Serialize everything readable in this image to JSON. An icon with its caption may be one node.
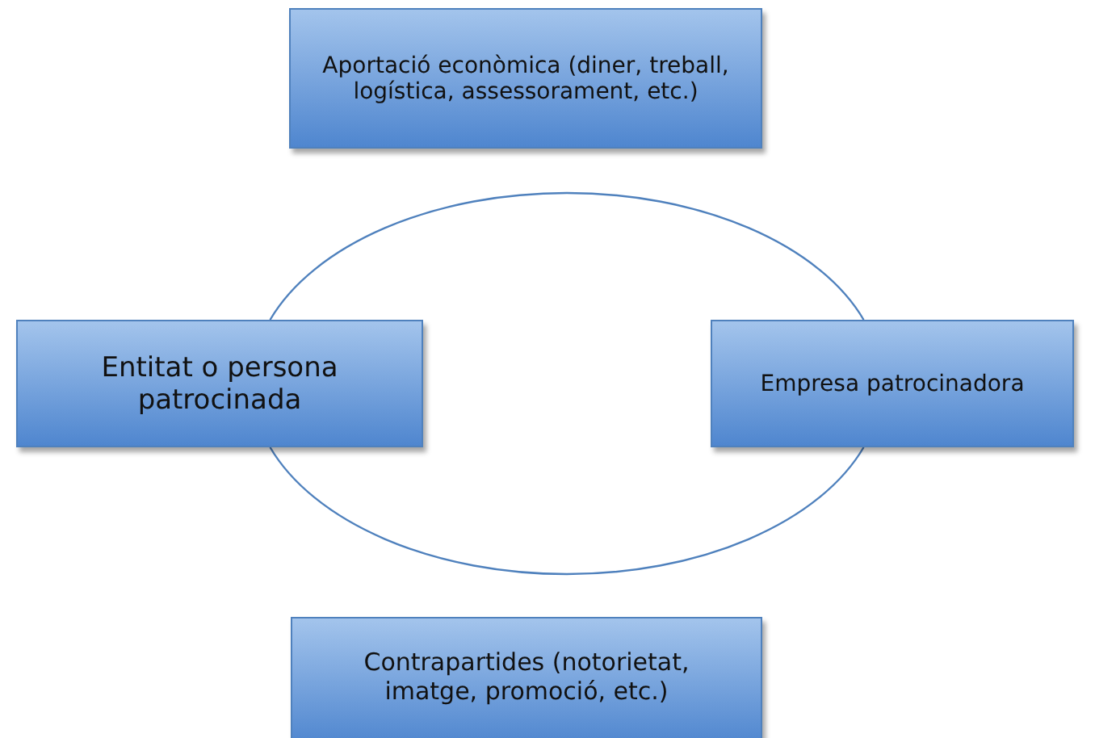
{
  "diagram": {
    "nodes": [
      {
        "text": [
          "Aportació econòmica (diner, treball, logística, assessorament, etc.)"
        ]
      },
      {
        "text": [
          "Entitat o persona patrocinada"
        ]
      },
      {
        "text": [
          "Empresa patrocinadora"
        ]
      },
      {
        "text": [
          "Contrapartides (notorietat, imatge, promoció, etc.)"
        ]
      }
    ],
    "edges": [
      {
        "from": 1,
        "to": 2,
        "arrow": "none"
      },
      {
        "from": 1,
        "to": 2,
        "arrow": "none"
      }
    ]
  }
}
